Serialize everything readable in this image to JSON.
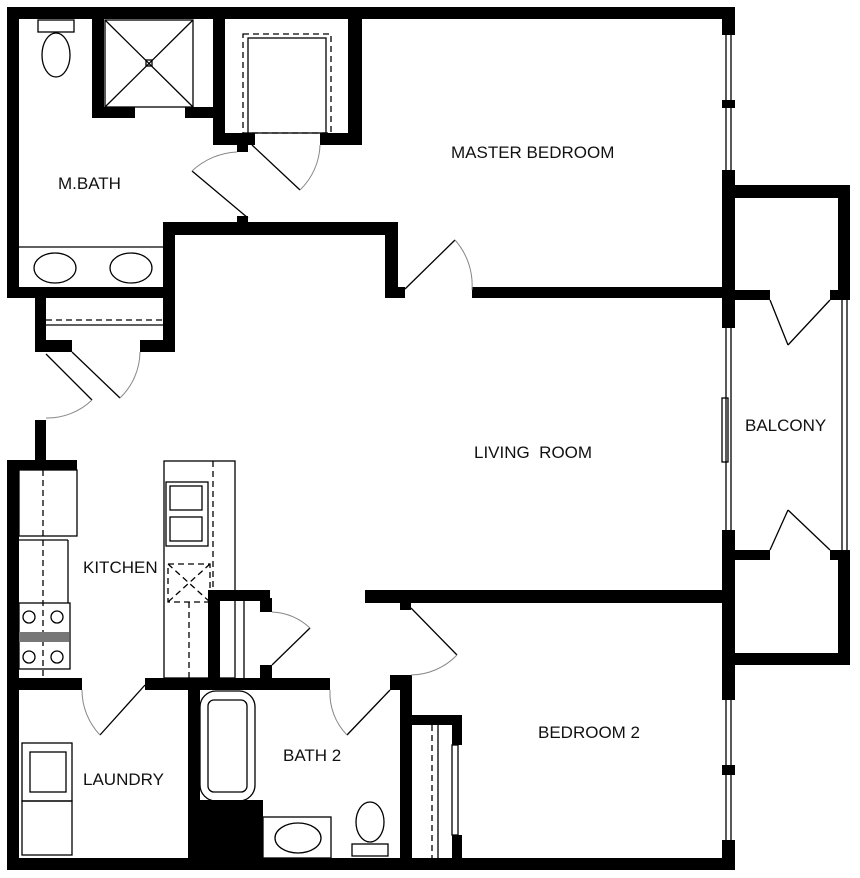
{
  "rooms": {
    "master_bedroom": "MASTER BEDROOM",
    "master_bath": "M.BATH",
    "living_room": "LIVING  ROOM",
    "balcony": "BALCONY",
    "kitchen": "KITCHEN",
    "laundry": "LAUNDRY",
    "bath_2": "BATH 2",
    "bedroom_2": "BEDROOM 2"
  },
  "colors": {
    "wall": "#000000",
    "background": "#ffffff",
    "range_bar": "#777777"
  }
}
